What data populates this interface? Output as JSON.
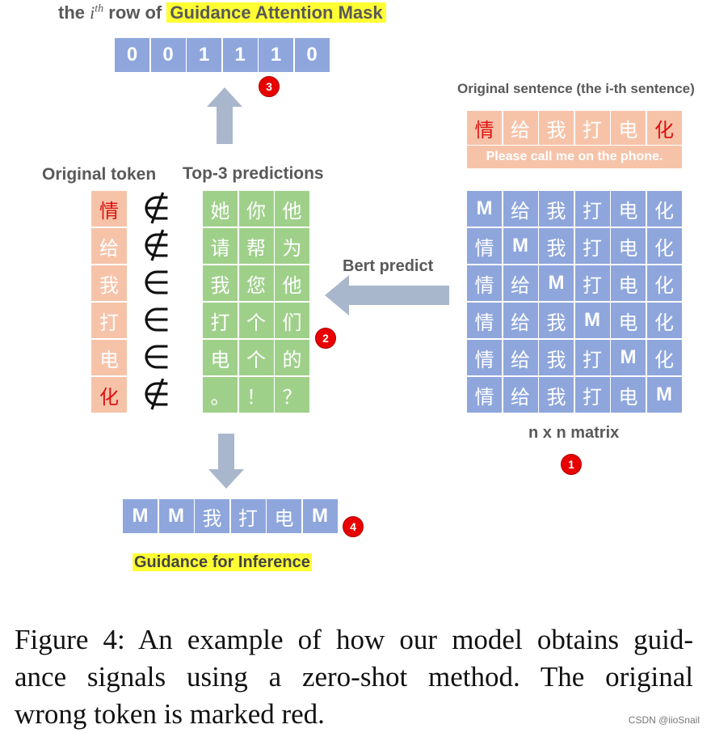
{
  "top": {
    "prefix": "the",
    "i": "i",
    "sup": "th",
    "mid": "row of",
    "highlight": "Guidance Attention Mask",
    "mask": [
      "0",
      "0",
      "1",
      "1",
      "1",
      "0"
    ]
  },
  "sentence": {
    "heading": "Original sentence (the i-th sentence)",
    "chars": [
      "情",
      "给",
      "我",
      "打",
      "电",
      "化"
    ],
    "wrong": [
      true,
      false,
      false,
      false,
      false,
      true
    ],
    "translation": "Please call me on the phone."
  },
  "matrix": {
    "rows": [
      [
        "M",
        "给",
        "我",
        "打",
        "电",
        "化"
      ],
      [
        "情",
        "M",
        "我",
        "打",
        "电",
        "化"
      ],
      [
        "情",
        "给",
        "M",
        "打",
        "电",
        "化"
      ],
      [
        "情",
        "给",
        "我",
        "M",
        "电",
        "化"
      ],
      [
        "情",
        "给",
        "我",
        "打",
        "M",
        "化"
      ],
      [
        "情",
        "给",
        "我",
        "打",
        "电",
        "M"
      ]
    ],
    "label": "n x n matrix"
  },
  "arrow_label": "Bert predict",
  "original_token": {
    "heading": "Original token",
    "chars": [
      "情",
      "给",
      "我",
      "打",
      "电",
      "化"
    ],
    "wrong": [
      true,
      false,
      false,
      false,
      false,
      true
    ],
    "membership": [
      "∉",
      "∉",
      "∈",
      "∈",
      "∈",
      "∉"
    ]
  },
  "predictions": {
    "heading": "Top-3 predictions",
    "rows": [
      [
        "她",
        "你",
        "他"
      ],
      [
        "请",
        "帮",
        "为"
      ],
      [
        "我",
        "您",
        "他"
      ],
      [
        "打",
        "个",
        "们"
      ],
      [
        "电",
        "个",
        "的"
      ],
      [
        "。",
        "！",
        "？"
      ]
    ]
  },
  "guidance": {
    "tokens": [
      "M",
      "M",
      "我",
      "打",
      "电",
      "M"
    ],
    "label": "Guidance for Inference"
  },
  "badges": [
    "1",
    "2",
    "3",
    "4"
  ],
  "caption": "Figure 4: An example of how our model obtains guidance signals using a zero-shot method. The original wrong token is marked red.",
  "caption_lines": [
    "Figure 4: An example of how our model obtains guid-",
    "ance signals using a zero-shot method. The original",
    "wrong token is marked red."
  ],
  "watermark": "CSDN @iioSnail",
  "colors": {
    "blue": "#8ea6dc",
    "green": "#9fd08a",
    "salmon": "#f6c3a9",
    "red": "#dd1010",
    "arrow": "#a9b7cc",
    "highlight": "#ffff33",
    "badge": "#e80000"
  }
}
